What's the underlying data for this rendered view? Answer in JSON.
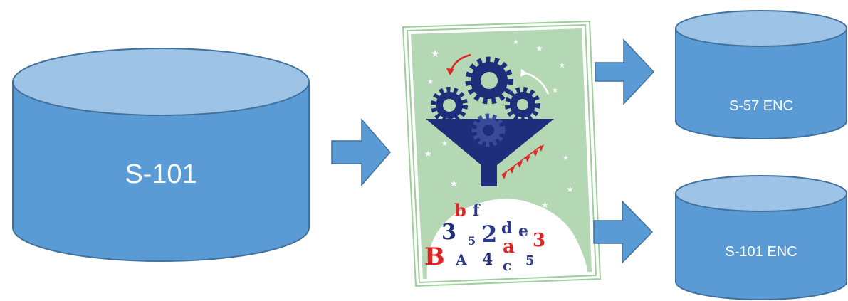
{
  "diagram": {
    "source": {
      "label": "S-101"
    },
    "outputs": [
      {
        "label": "S-57 ENC"
      },
      {
        "label": "S-101 ENC"
      }
    ],
    "converter": {
      "icon": "gear-funnel-icon",
      "characters": [
        "b",
        "f",
        "3",
        "2",
        "d",
        "e",
        "3",
        "5",
        "a",
        "B",
        "A",
        "4",
        "c",
        "5"
      ]
    }
  },
  "colors": {
    "cylinder_fill": "#5b9bd5",
    "cylinder_top": "#9dc3e6",
    "cylinder_stroke": "#41719c",
    "arrow_fill": "#5b9bd5",
    "card_background": "#b4d7b4",
    "machine": "#1f2d7a",
    "accent_red": "#e02424"
  }
}
